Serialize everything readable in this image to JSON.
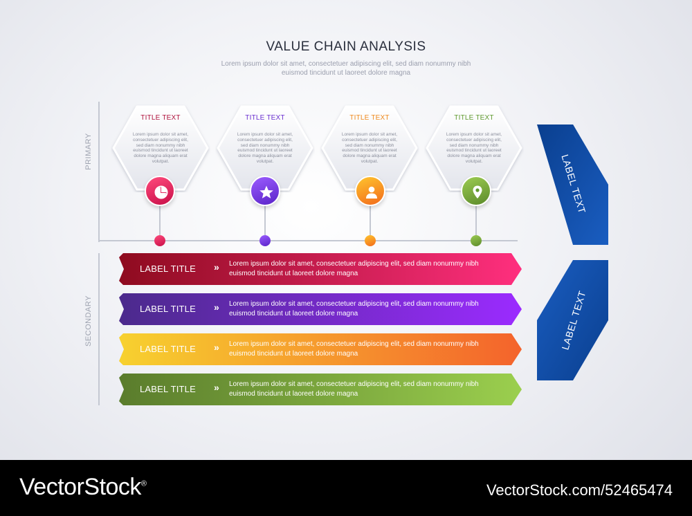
{
  "title": "VALUE CHAIN ANALYSIS",
  "subtitle": "Lorem ipsum dolor sit amet, consectetuer adipiscing elit, sed diam nonummy nibh euismod tincidunt ut laoreet dolore magna",
  "axis": {
    "primary": "PRIMARY",
    "secondary": "SECONDARY"
  },
  "primary_items": [
    {
      "title": "TITLE TEXT",
      "text": "Lorem ipsum dolor sit amet, consectetuer adipiscing elit, sed diam nonummy nibh euismod tincidunt ut laoreet dolore magna aliquam erat volutpat.",
      "icon": "pie-chart-icon",
      "color": "#b0123c",
      "grad": [
        "#ff4b7d",
        "#c80f48"
      ]
    },
    {
      "title": "TITLE TEXT",
      "text": "Lorem ipsum dolor sit amet, consectetuer adipiscing elit, sed diam nonummy nibh euismod tincidunt ut laoreet dolore magna aliquam erat volutpat.",
      "icon": "star-icon",
      "color": "#6a2fd0",
      "grad": [
        "#9b5cff",
        "#5a23c8"
      ]
    },
    {
      "title": "TITLE TEXT",
      "text": "Lorem ipsum dolor sit amet, consectetuer adipiscing elit, sed diam nonummy nibh euismod tincidunt ut laoreet dolore magna aliquam erat volutpat.",
      "icon": "user-icon",
      "color": "#f08a1c",
      "grad": [
        "#ffc52e",
        "#f26a1b"
      ]
    },
    {
      "title": "TITLE TEXT",
      "text": "Lorem ipsum dolor sit amet, consectetuer adipiscing elit, sed diam nonummy nibh euismod tincidunt ut laoreet dolore magna aliquam erat volutpat.",
      "icon": "location-pin-icon",
      "color": "#5f9a2e",
      "grad": [
        "#9dcc52",
        "#5b8a2a"
      ]
    }
  ],
  "secondary_items": [
    {
      "label": "LABEL TITLE",
      "chevron": "»",
      "text": "Lorem ipsum dolor sit amet, consectetuer adipiscing elit, sed diam nonummy nibh euismod tincidunt ut laoreet dolore magna",
      "grad": [
        "#8e0b1f",
        "#ff2f7e"
      ]
    },
    {
      "label": "LABEL TITLE",
      "chevron": "»",
      "text": "Lorem ipsum dolor sit amet, consectetuer adipiscing elit, sed diam nonummy nibh euismod tincidunt ut laoreet dolore magna",
      "grad": [
        "#4b2a8c",
        "#9b2bff"
      ]
    },
    {
      "label": "LABEL TITLE",
      "chevron": "»",
      "text": "Lorem ipsum dolor sit amet, consectetuer adipiscing elit, sed diam nonummy nibh euismod tincidunt ut laoreet dolore magna",
      "grad": [
        "#f7d12f",
        "#f4632c"
      ]
    },
    {
      "label": "LABEL TITLE",
      "chevron": "»",
      "text": "Lorem ipsum dolor sit amet, consectetuer adipiscing elit, sed diam nonummy nibh euismod tincidunt ut laoreet dolore magna",
      "grad": [
        "#5a7c2c",
        "#9bcf4e"
      ]
    }
  ],
  "side_labels": {
    "primary": "LABEL TEXT",
    "secondary": "LABEL TEXT",
    "colors": [
      "#0a3f8f",
      "#1a5dc0"
    ]
  },
  "footer": {
    "logo": "VectorStock",
    "logo_mark": "®",
    "id": "VectorStock.com/52465474"
  }
}
